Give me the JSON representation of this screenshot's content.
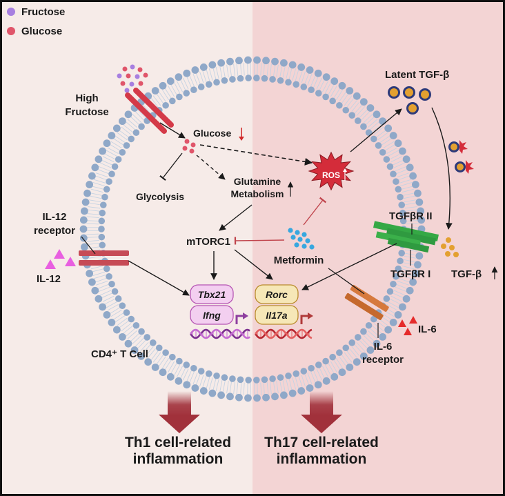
{
  "legend": {
    "fructose": "Fructose",
    "glucose": "Glucose"
  },
  "labels": {
    "high_fructose_1": "High",
    "high_fructose_2": "Fructose",
    "glucose": "Glucose",
    "glycolysis": "Glycolysis",
    "glutamine_1": "Glutamine",
    "glutamine_2": "Metabolism",
    "ros": "ROS",
    "latent_tgfb": "Latent TGF-β",
    "tgfbr2": "TGFβR II",
    "tgfbr1": "TGFβR I",
    "tgfb": "TGF-β",
    "il12_receptor_1": "IL-12",
    "il12_receptor_2": "receptor",
    "il12": "IL-12",
    "mtorc1": "mTORC1",
    "metformin": "Metformin",
    "il6": "IL-6",
    "il6_receptor_1": "IL-6",
    "il6_receptor_2": "receptor",
    "cell": "CD4⁺ T Cell",
    "th1_1": "Th1 cell-related",
    "th1_2": "inflammation",
    "th17_1": "Th17 cell-related",
    "th17_2": "inflammation"
  },
  "genes": {
    "tbx21": "Tbx21",
    "ifng": "Ifng",
    "rorc": "Rorc",
    "il17a": "Il17a"
  },
  "colors": {
    "fructose": "#a77fe0",
    "glucose": "#e0556a",
    "membrane_head": "#8fa8c8",
    "membrane_tail": "#c5d3e3",
    "left_panel": "#f6ebe8",
    "right_panel": "#f3d4d4",
    "arrow_down": "#a1313b",
    "th1_gene_box": "#f3cff0",
    "th17_gene_box": "#f6e7b7",
    "receptor_red": "#c64b56",
    "receptor_green": "#35a845",
    "receptor_orange": "#d6793d",
    "metformin": "#37a7df",
    "tgfb": "#e3a030",
    "il12": "#e85fe0",
    "il6": "#e52b2b"
  }
}
